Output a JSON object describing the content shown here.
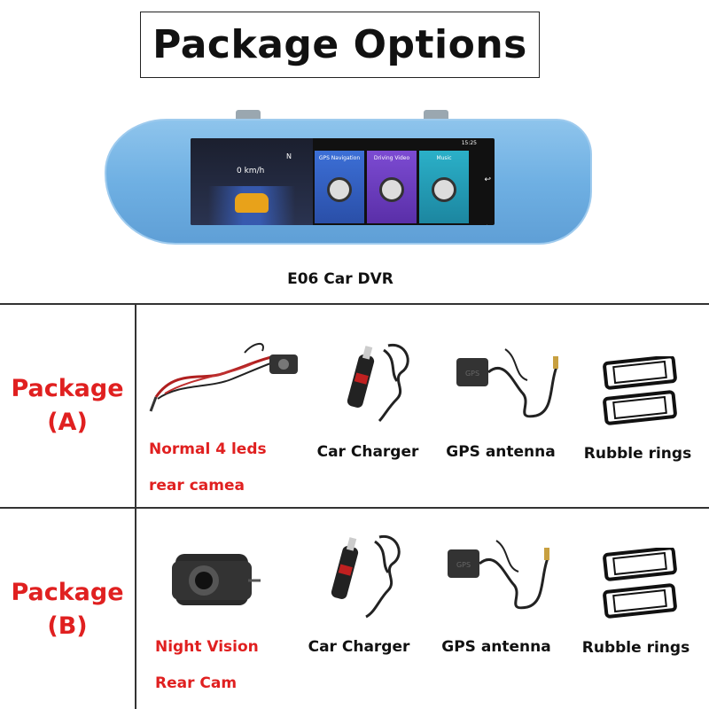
{
  "title": "Package Options",
  "product": {
    "label": "E06 Car DVR",
    "screen": {
      "speed": "0 km/h",
      "compass": "N",
      "time": "15:25",
      "tiles": [
        "GPS Navigation",
        "Driving Video",
        "Music"
      ]
    }
  },
  "packages": [
    {
      "label_line1": "Package",
      "label_line2": "(A)",
      "items": [
        {
          "label_line1": "Normal 4 leds",
          "label_line2": "rear camea",
          "icon": "rear-camera-cable"
        },
        {
          "label": "Car Charger",
          "icon": "car-charger"
        },
        {
          "label": "GPS antenna",
          "icon": "gps-antenna"
        },
        {
          "label": "Rubble rings",
          "icon": "rubber-rings"
        }
      ]
    },
    {
      "label_line1": "Package",
      "label_line2": "(B)",
      "items": [
        {
          "label_line1": "Night Vision",
          "label_line2": "Rear Cam",
          "icon": "night-vision-camera"
        },
        {
          "label": "Car Charger",
          "icon": "car-charger"
        },
        {
          "label": "GPS antenna",
          "icon": "gps-antenna"
        },
        {
          "label": "Rubble rings",
          "icon": "rubber-rings"
        }
      ]
    }
  ],
  "colors": {
    "accent_red": "#e02020",
    "mirror_blue": "#6fb0e3"
  }
}
